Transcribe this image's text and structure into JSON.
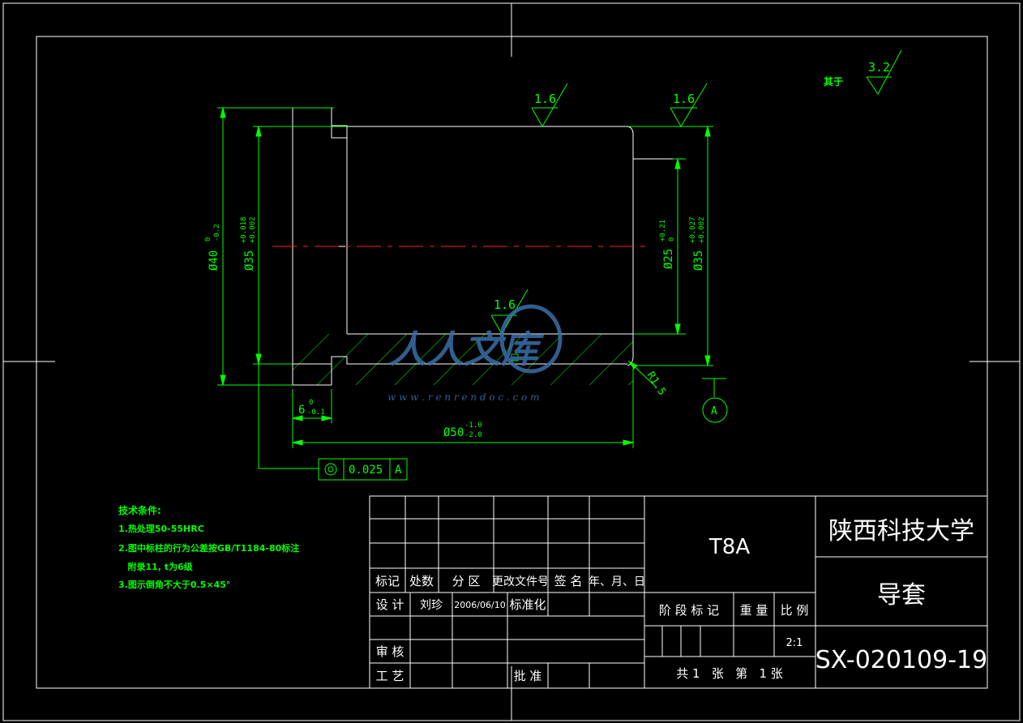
{
  "surface_roughness": {
    "other": "其于",
    "other_value": "3.2",
    "top_left": "1.6",
    "top_right": "1.6",
    "bore": "1.6"
  },
  "dimensions": {
    "outer_small": "Ø40",
    "outer_small_upper": "0",
    "outer_small_lower": "-0.2",
    "outer_fit": "Ø35",
    "outer_fit_upper": "+0.018",
    "outer_fit_lower": "+0.002",
    "bore": "Ø25",
    "bore_upper": "+0.21",
    "bore_lower": "0",
    "outer_right": "Ø35",
    "outer_right_upper": "+0.027",
    "outer_right_lower": "+0.002",
    "flange": "6",
    "flange_upper": "0",
    "flange_lower": "-0.1",
    "length": "Ø50",
    "length_upper": "-1.0",
    "length_lower": "-2.0",
    "radius": "R1.5",
    "datum": "A"
  },
  "tolerance_frame": {
    "symbol": "concentricity-icon",
    "value": "0.025",
    "datum": "A"
  },
  "tech_notes": {
    "title": "技术条件:",
    "items": [
      "1.热处理50-55HRC",
      "2.图中标柱的行为公差按GB/T1184-80标注",
      "   附录11, t为6级",
      "3.图示倒角不大于0.5×45°"
    ]
  },
  "title_block": {
    "material": "T8A",
    "school": "陕西科技大学",
    "part_name": "导套",
    "drawing_no": "SX-020109-19",
    "revision_headers": [
      "标记",
      "处数",
      "分 区",
      "更改文件号",
      "签 名",
      "年、月、日"
    ],
    "design_label": "设 计",
    "designer": "刘珍",
    "design_date": "2006/06/10",
    "standardize_label": "标准化",
    "review_label": "审 核",
    "process_label": "工 艺",
    "approve_label": "批 准",
    "stage_label": "阶 段 标 记",
    "weight_label": "重 量",
    "scale_label": "比 例",
    "scale_value": "2:1",
    "sheet_info": "共 1   张   第   1 张"
  },
  "watermark": {
    "text": "人人文库",
    "url": "w w w . r e n r e n d o c . c o m"
  }
}
